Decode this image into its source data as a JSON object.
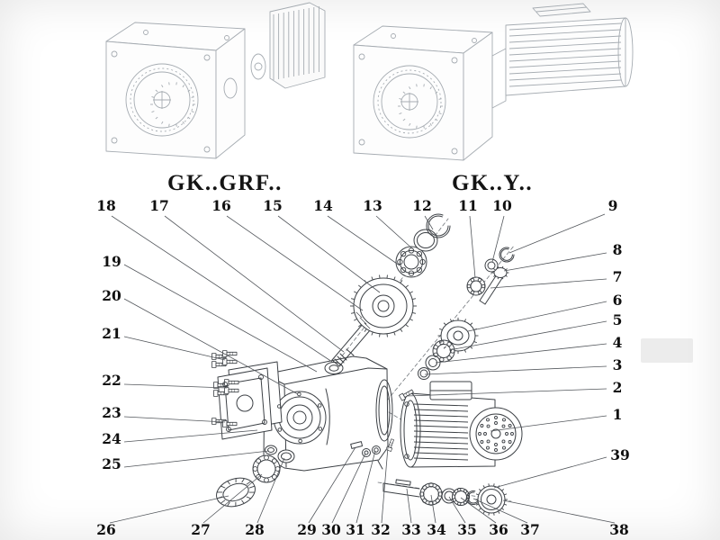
{
  "diagram": {
    "type": "exploded-parts-diagram",
    "subject": "helical-bevel gear reducer / gearmotor",
    "ink_color": "#3c4045",
    "faded_color": "#a6acb2",
    "background": "#ffffff"
  },
  "variants": [
    {
      "label": "GK..GRF.."
    },
    {
      "label": "GK..Y.."
    }
  ],
  "callouts": [
    {
      "n": "1"
    },
    {
      "n": "2"
    },
    {
      "n": "3"
    },
    {
      "n": "4"
    },
    {
      "n": "5"
    },
    {
      "n": "6"
    },
    {
      "n": "7"
    },
    {
      "n": "8"
    },
    {
      "n": "9"
    },
    {
      "n": "10"
    },
    {
      "n": "11"
    },
    {
      "n": "12"
    },
    {
      "n": "13"
    },
    {
      "n": "14"
    },
    {
      "n": "15"
    },
    {
      "n": "16"
    },
    {
      "n": "17"
    },
    {
      "n": "18"
    },
    {
      "n": "19"
    },
    {
      "n": "20"
    },
    {
      "n": "21"
    },
    {
      "n": "22"
    },
    {
      "n": "23"
    },
    {
      "n": "24"
    },
    {
      "n": "25"
    },
    {
      "n": "26"
    },
    {
      "n": "27"
    },
    {
      "n": "28"
    },
    {
      "n": "29"
    },
    {
      "n": "30"
    },
    {
      "n": "31"
    },
    {
      "n": "32"
    },
    {
      "n": "33"
    },
    {
      "n": "34"
    },
    {
      "n": "35"
    },
    {
      "n": "36"
    },
    {
      "n": "37"
    },
    {
      "n": "38"
    },
    {
      "n": "39"
    }
  ]
}
